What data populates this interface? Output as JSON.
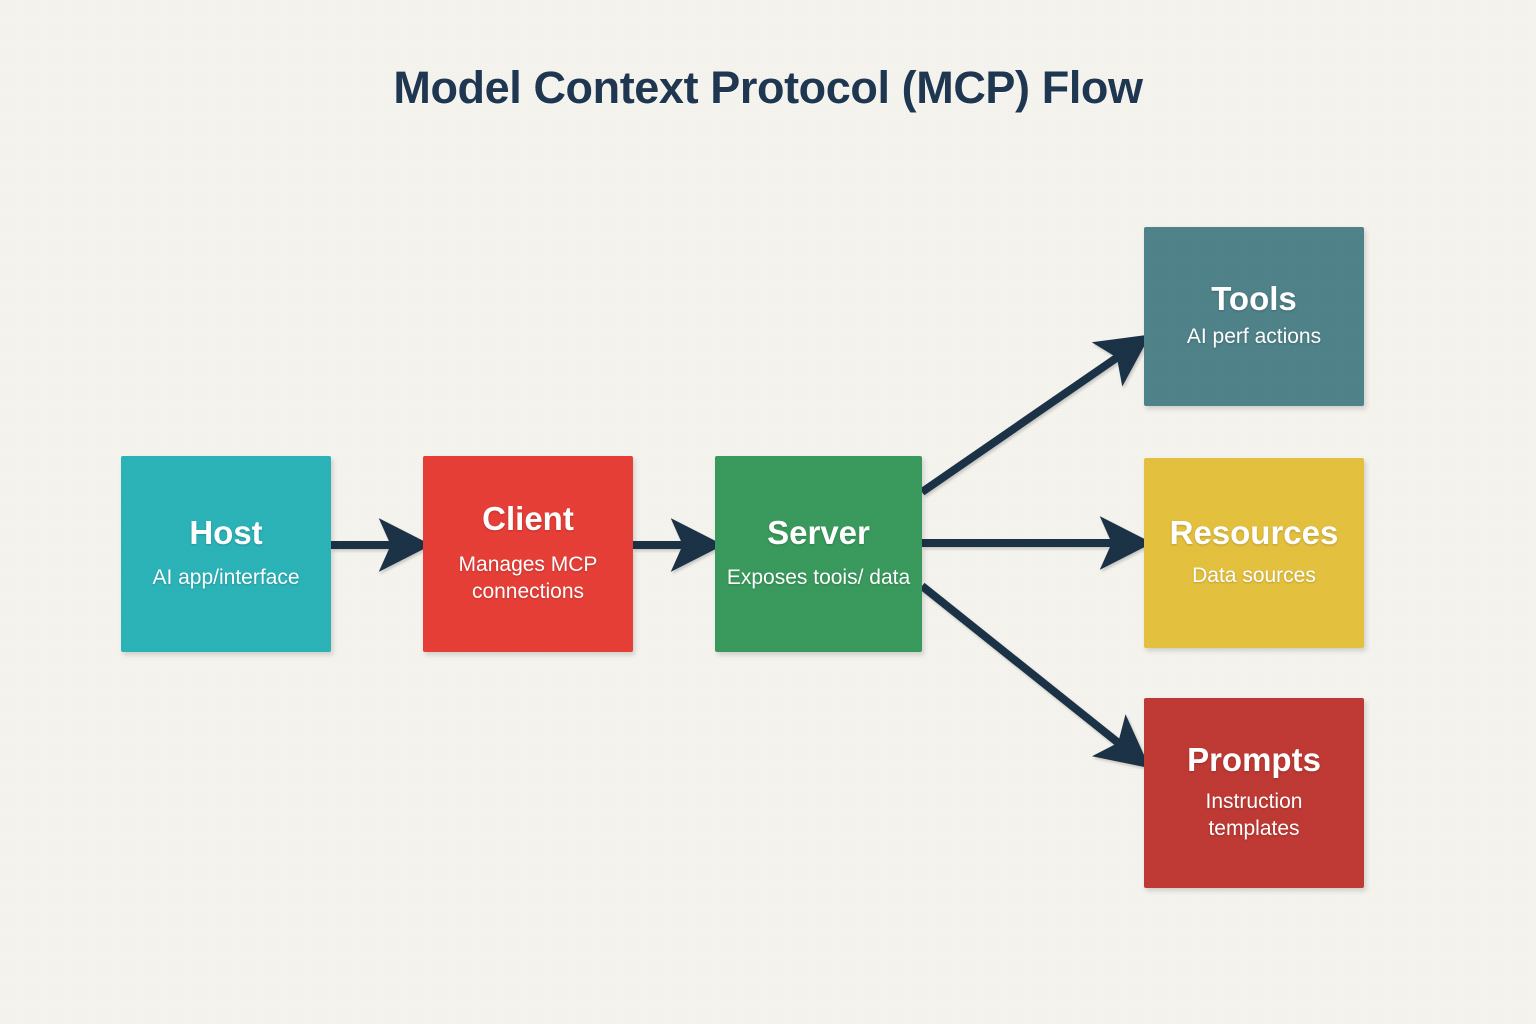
{
  "page": {
    "title": "Model Context Protocol (MCP) Flow",
    "background_color": "#f4f3ee",
    "title_color": "#1f3750",
    "arrow_color": "#1d3346"
  },
  "nodes": [
    {
      "id": "host",
      "title": "Host",
      "subtitle": "AI app/interface",
      "color": "#2cb3b8"
    },
    {
      "id": "client",
      "title": "Client",
      "subtitle": "Manages MCP connections",
      "color": "#e63f38"
    },
    {
      "id": "server",
      "title": "Server",
      "subtitle": "Exposes toois/ data",
      "color": "#3a9a5d"
    },
    {
      "id": "tools",
      "title": "Tools",
      "subtitle": "AI perf actions",
      "color": "#4f8289"
    },
    {
      "id": "resources",
      "title": "Resources",
      "subtitle": "Data sources",
      "color": "#e3c13f"
    },
    {
      "id": "prompts",
      "title": "Prompts",
      "subtitle": "Instruction templates",
      "color": "#bf3a35"
    }
  ],
  "edges": [
    {
      "id": "host-to-client",
      "from": "Host",
      "to": "Client"
    },
    {
      "id": "client-to-server",
      "from": "Client",
      "to": "Server"
    },
    {
      "id": "server-to-tools",
      "from": "Server",
      "to": "Tools"
    },
    {
      "id": "server-to-resources",
      "from": "Server",
      "to": "Resources"
    },
    {
      "id": "server-to-prompts",
      "from": "Server",
      "to": "Prompts"
    }
  ],
  "chart_data": {
    "type": "diagram",
    "title": "Model Context Protocol (MCP) Flow",
    "nodes": [
      "Host",
      "Client",
      "Server",
      "Tools",
      "Resources",
      "Prompts"
    ],
    "links": [
      [
        "Host",
        "Client"
      ],
      [
        "Client",
        "Server"
      ],
      [
        "Server",
        "Tools"
      ],
      [
        "Server",
        "Resources"
      ],
      [
        "Server",
        "Prompts"
      ]
    ]
  }
}
